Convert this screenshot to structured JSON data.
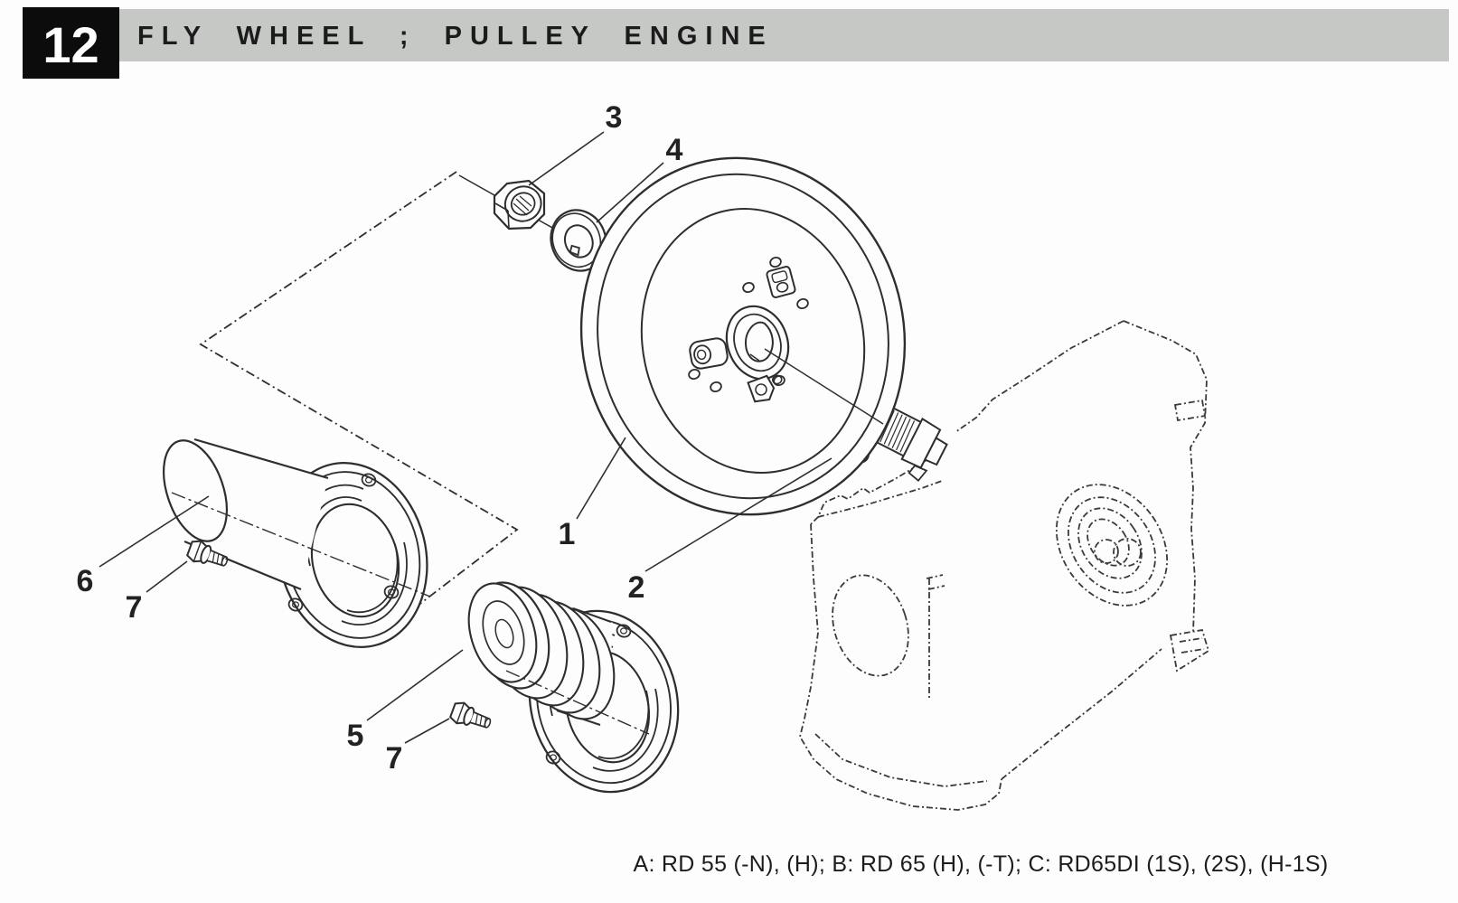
{
  "header": {
    "section_number": "12",
    "title": "FLY WHEEL ; PULLEY ENGINE",
    "bar_color": "#c6c8c6",
    "box_color": "#0c0c0c"
  },
  "caption": {
    "text": "A: RD 55 (-N), (H); B: RD 65 (H), (-T); C: RD65DI (1S), (2S), (H-1S)"
  },
  "diagram": {
    "description": "Exploded view: flywheel and pulleys mounted on engine crankshaft",
    "line_color": "#2e2e2e",
    "callouts": [
      {
        "label": "1"
      },
      {
        "label": "2"
      },
      {
        "label": "3"
      },
      {
        "label": "4"
      },
      {
        "label": "5"
      },
      {
        "label": "6"
      },
      {
        "label": "7"
      },
      {
        "label": "7"
      }
    ]
  }
}
